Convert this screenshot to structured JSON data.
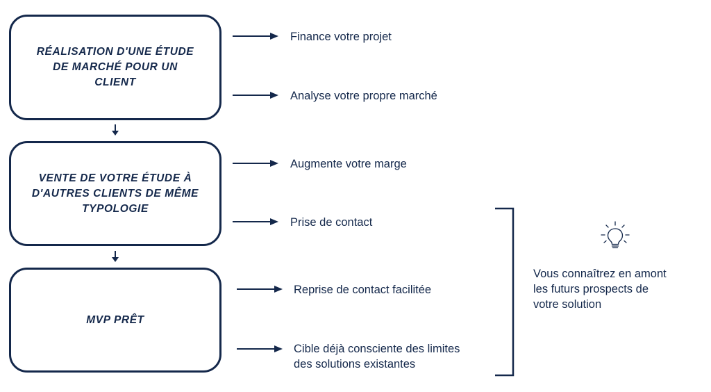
{
  "boxes": [
    {
      "lines": [
        "RÉALISATION D'UNE ÉTUDE",
        "DE MARCHÉ POUR UN",
        "CLIENT"
      ]
    },
    {
      "lines": [
        "VENTE DE VOTRE ÉTUDE À",
        "D'AUTRES CLIENTS DE MÊME",
        "TYPOLOGIE"
      ]
    },
    {
      "lines": [
        "MVP PRÊT"
      ]
    }
  ],
  "outcomes": [
    {
      "lines": [
        "Finance votre projet"
      ]
    },
    {
      "lines": [
        "Analyse votre propre marché"
      ]
    },
    {
      "lines": [
        "Augmente votre marge"
      ]
    },
    {
      "lines": [
        "Prise de contact"
      ]
    },
    {
      "lines": [
        "Reprise de contact facilitée"
      ]
    },
    {
      "lines": [
        "Cible déjà consciente des limites",
        "des solutions existantes"
      ]
    }
  ],
  "note": {
    "icon": "lightbulb-icon",
    "lines": [
      "Vous connaîtrez en amont",
      "les futurs prospects de",
      "votre solution"
    ]
  },
  "colors": {
    "primary": "#14284b",
    "background": "#ffffff"
  }
}
